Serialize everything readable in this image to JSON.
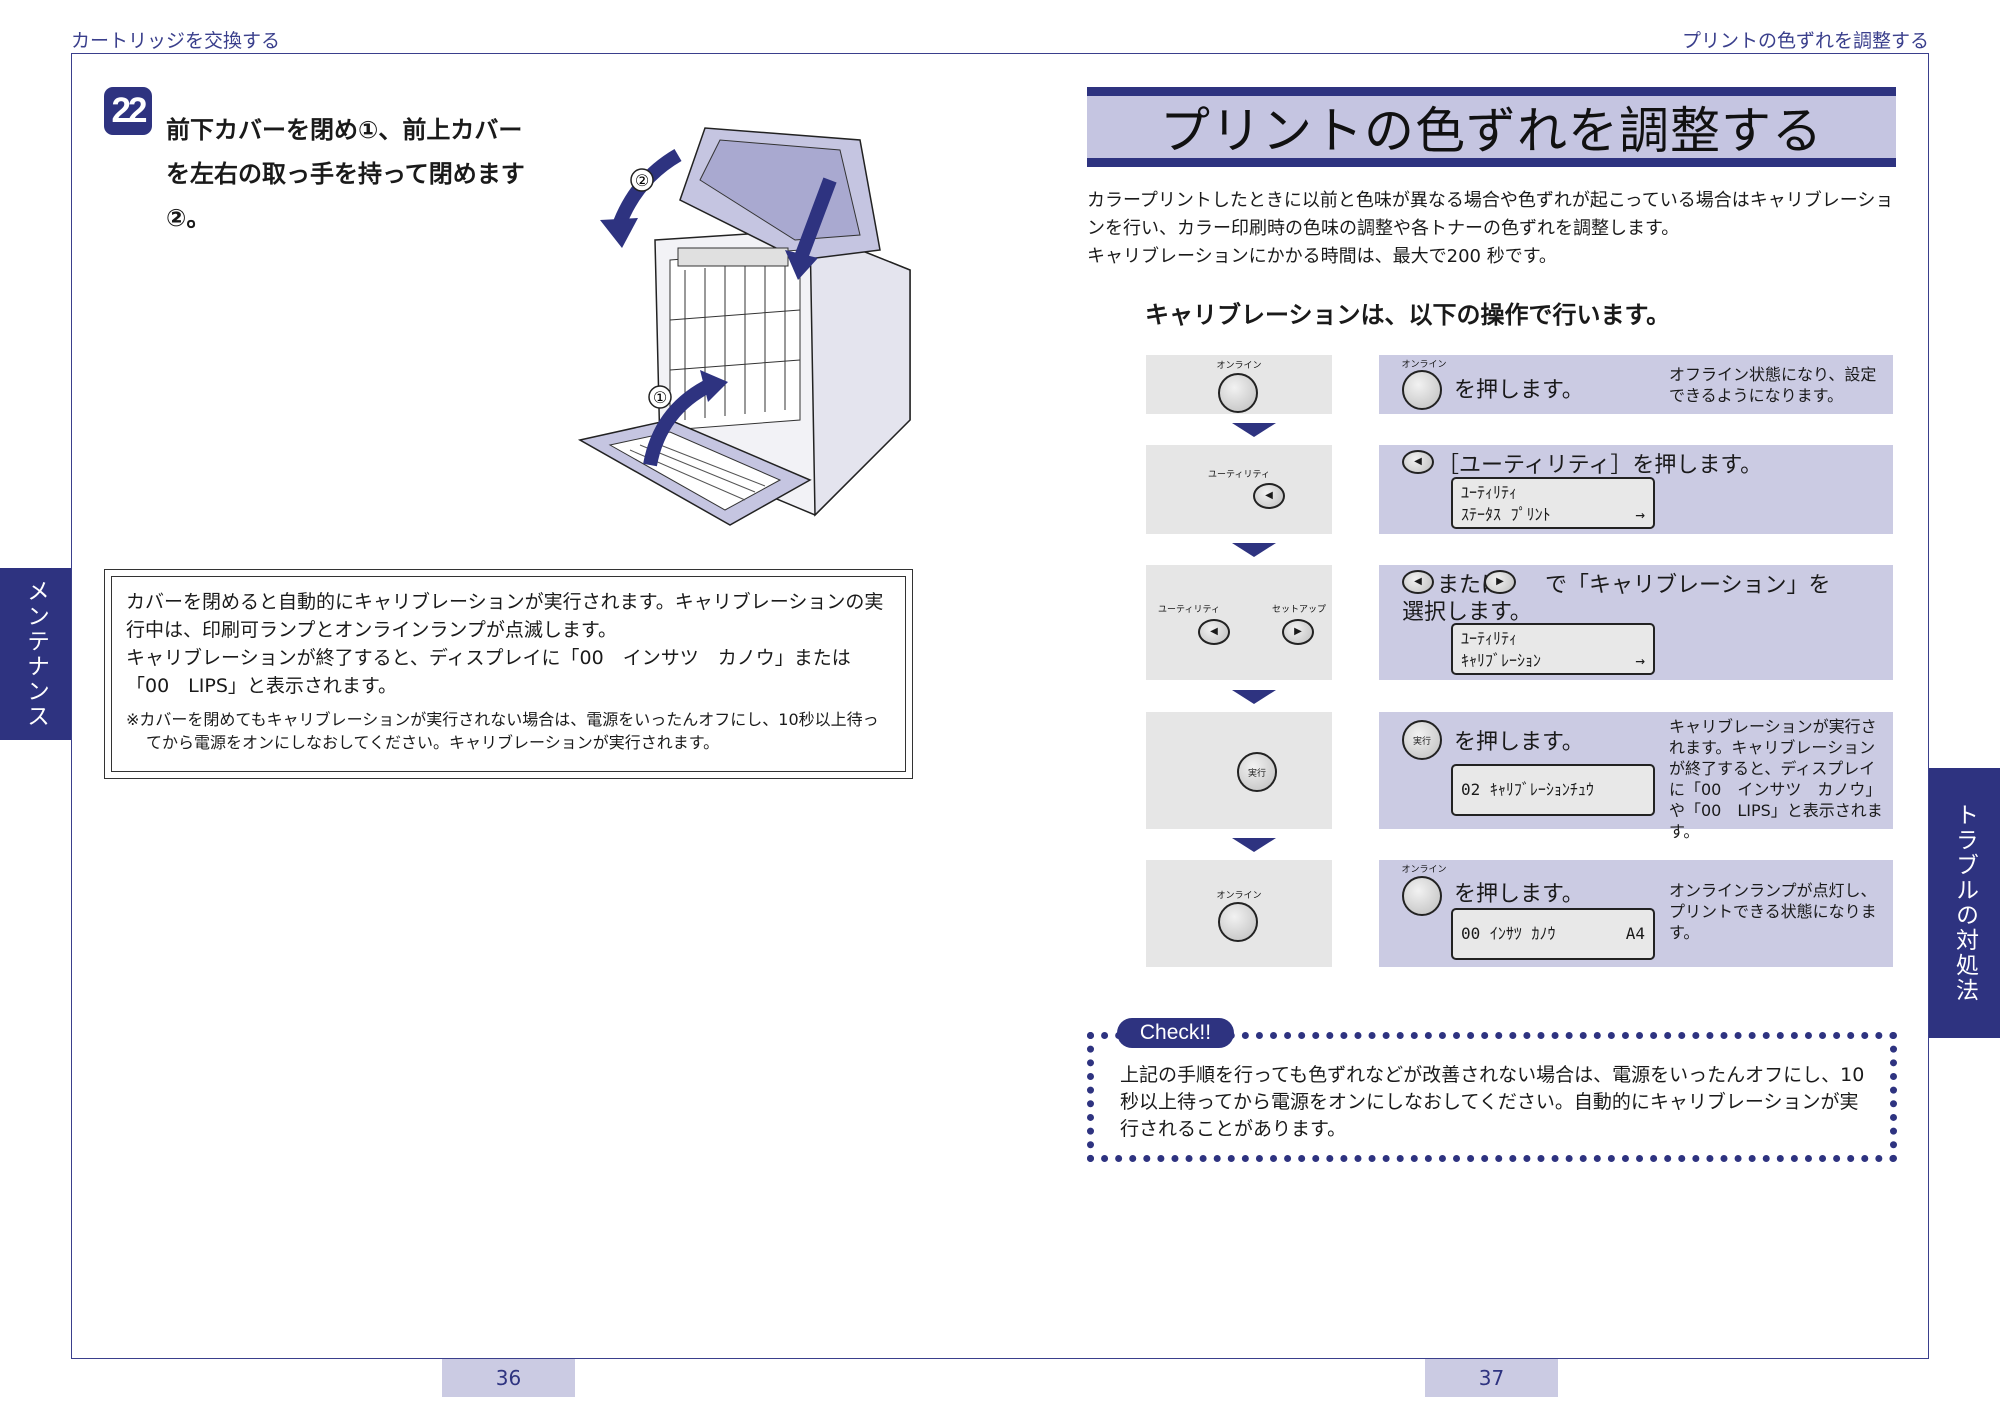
{
  "header": {
    "left": "カートリッジを交換する",
    "right": "プリントの色ずれを調整する"
  },
  "side_tabs": {
    "left": "メンテナンス",
    "right": "トラブルの対処法"
  },
  "page_numbers": {
    "left": "36",
    "right": "37"
  },
  "step22": {
    "number": "22",
    "text": "前下カバーを閉め①、前上カバーを左右の取っ手を持って閉めます②。",
    "callouts": [
      "②",
      "①"
    ]
  },
  "note": {
    "lines": [
      "カバーを閉めると自動的にキャリブレーションが実行されます。キャリブレーションの実行中は、印刷可ランプとオンラインランプが点滅します。",
      "キャリブレーションが終了すると、ディスプレイに「00　インサツ　カノウ」または「00　LIPS」と表示されます。"
    ],
    "small": "※カバーを閉めてもキャリブレーションが実行されない場合は、電源をいったんオフにし、10秒以上待ってから電源をオンにしなおしてください。キャリブレーションが実行されます。"
  },
  "right_page": {
    "title": "プリントの色ずれを調整する",
    "intro": [
      "カラープリントしたときに以前と色味が異なる場合や色ずれが起こっている場合はキャリブレーションを行い、カラー印刷時の色味の調整や各トナーの色ずれを調整します。",
      "キャリブレーションにかかる時間は、最大で200 秒です。"
    ],
    "subheading": "キャリブレーションは、以下の操作で行います。"
  },
  "steps": {
    "s1": {
      "btn_label": "オンライン",
      "inline_label": "オンライン",
      "text": "を押します。",
      "note": "オフライン状態になり、設定できるようになります。"
    },
    "s2": {
      "btn_label": "ユーティリティ",
      "text": "［ユーティリティ］を押します。",
      "lcd1": "ﾕｰﾃｨﾘﾃｨ",
      "lcd2": "ｽﾃｰﾀｽ ﾌﾟﾘﾝﾄ",
      "lcd_arrow": "→"
    },
    "s3": {
      "btn_label_a": "ユーティリティ",
      "btn_label_b": "セットアップ",
      "text_a": "または",
      "text_b": "で「キャリブレーション」を",
      "text_c": "選択します。",
      "lcd1": "ﾕｰﾃｨﾘﾃｨ",
      "lcd2": "ｷｬﾘﾌﾞﾚｰｼｮﾝ",
      "lcd_arrow": "→"
    },
    "s4": {
      "btn_label": "実行",
      "text": "を押します。",
      "lcd1": "02 ｷｬﾘﾌﾞﾚｰｼｮﾝﾁｭｳ",
      "note": "キャリブレーションが実行されます。キャリブレーションが終了すると、ディスプレイに「00　インサツ　カノウ」や「00　LIPS」と表示されます。"
    },
    "s5": {
      "btn_label": "オンライン",
      "inline_label": "オンライン",
      "text": "を押します。",
      "lcd1": "00 ｲﾝｻﾂ ｶﾉｳ",
      "lcd_right": "A4",
      "note": "オンラインランプが点灯し、プリントできる状態になります。"
    }
  },
  "check": {
    "label": "Check!!",
    "text": "上記の手順を行っても色ずれなどが改善されない場合は、電源をいったんオフにし、10秒以上待ってから電源をオンにしなおしてください。自動的にキャリブレーションが実行されることがあります。"
  },
  "colors": {
    "accent": "#2e3380",
    "band": "#c5c5e1",
    "row_right": "#cbcbe3",
    "row_left": "#e6e6e6"
  }
}
